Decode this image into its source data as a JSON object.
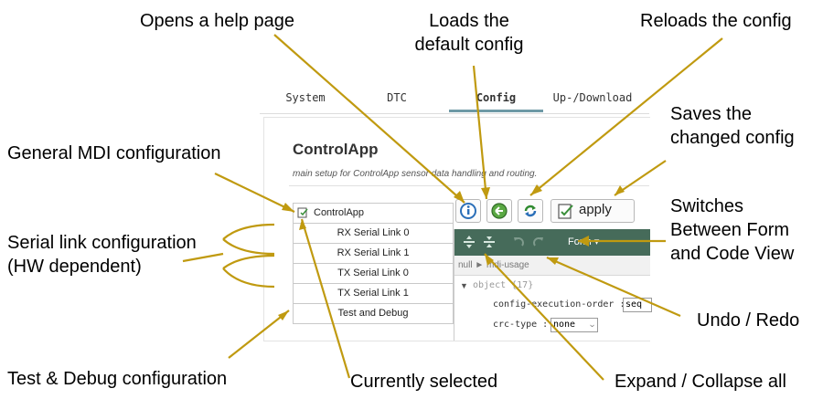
{
  "annotations": {
    "help": "Opens a help page",
    "default_line1": "Loads the",
    "default_line2": "default config",
    "reload": "Reloads the config",
    "save_line1": "Saves the",
    "save_line2": "changed config",
    "general": "General MDI configuration",
    "switch_line1": "Switches",
    "switch_line2": "Between Form",
    "switch_line3": "and Code View",
    "serial_line1": "Serial link configuration",
    "serial_line2": "(HW dependent)",
    "undo": "Undo / Redo",
    "test": "Test & Debug configuration",
    "selected": "Currently selected",
    "expand": "Expand / Collapse all"
  },
  "tabs": [
    "System",
    "DTC",
    "Config",
    "Up-/Download"
  ],
  "active_tab": "Config",
  "app": {
    "title": "ControlApp",
    "description": "main setup for ControlApp sensor data handling and routing."
  },
  "list": [
    "ControlApp",
    "RX Serial Link 0",
    "RX Serial Link 1",
    "TX Serial Link 0",
    "TX Serial Link 1",
    "Test and Debug"
  ],
  "toolbar": {
    "apply_label": "apply"
  },
  "editor": {
    "mode_label": "Form ▾",
    "breadcrumb": "null ► mdi-usage",
    "object_label": "object {17}",
    "field1_label": "config-execution-order :",
    "field1_value": "seq",
    "field2_label": "crc-type :",
    "field2_value": "none"
  },
  "colors": {
    "annotation_line": "#c09a10",
    "editor_bar": "#466b5a",
    "tab_underline": "#6e9aa6"
  }
}
